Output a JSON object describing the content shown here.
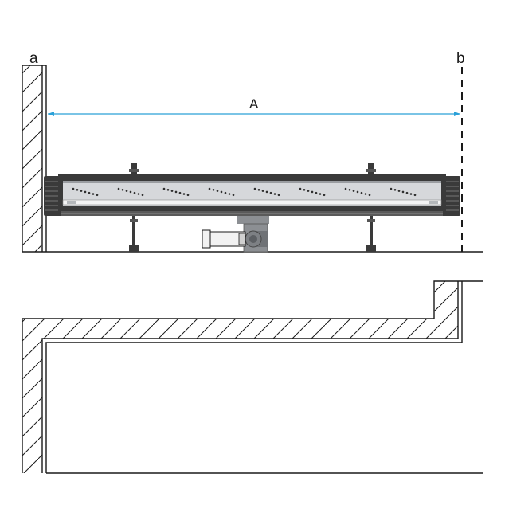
{
  "labels": {
    "wall_left": "a",
    "wall_right": "b",
    "dimension": "A"
  },
  "colors": {
    "line": "#1a1a1a",
    "dimension_line": "#2aa0d8",
    "channel_dark": "#3a3a3a",
    "channel_face": "#d6d8db",
    "pipe_gray": "#8c8f93",
    "pipe_light": "#f2f2f2"
  },
  "dots_per_slot": 7,
  "slots": 8
}
